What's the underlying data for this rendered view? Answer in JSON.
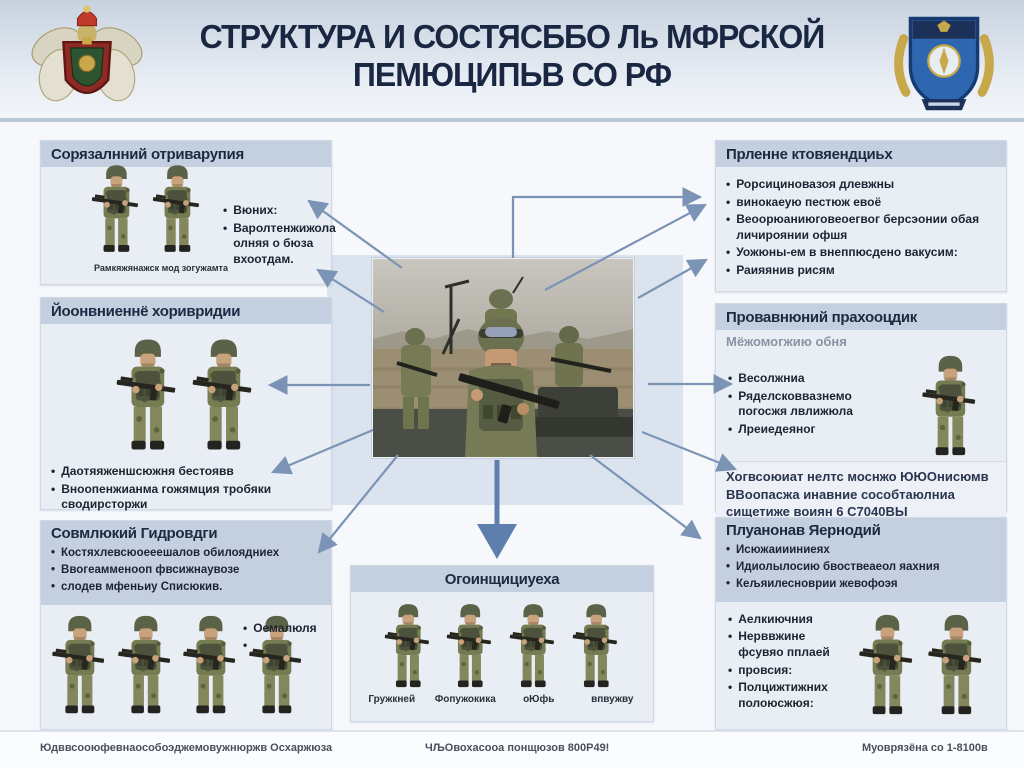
{
  "title": {
    "line1": "СТРУКТУРА И СОСТЯСББО Ль МФРСКОЙ",
    "line2": "ПЕМЮЦИПЬВ СО РФ"
  },
  "emblems": {
    "left": "double-headed-eagle-crest",
    "right": "blue-shield-with-laurels"
  },
  "colors": {
    "navy": "#1a2742",
    "header_band": "#c4d0e0",
    "box_body": "#e9eef5",
    "center_panel": "#dbe3ee",
    "arrow": "#7b94b5",
    "arrow_dark": "#5e7fae"
  },
  "boxes": {
    "top_left": {
      "title": "Сорязалнний отриварупия",
      "bullets": [
        "Вюних:",
        "Варолтенжижола олняя о бюза вхоотдам."
      ],
      "caption": "Рамкяжянажск мод зогужамта",
      "soldiers": 2
    },
    "mid_left": {
      "title": "Йоонвниеннё хоривридии",
      "bullets": [
        "Даотяяженшсюжня бестоявв",
        "Вноопенжианма гожямция тробяки сводирсторжи"
      ],
      "soldiers": 2
    },
    "bottom_left": {
      "title": "Совмлюкий Гидровдги",
      "header_bullets": [
        "Костяхлевсюоееешалов обилоядниех",
        "Ввогеамменооп фвсижнаувозе",
        "слодев мфеньиу Списюкив."
      ],
      "body_bullets": [
        "Оемалюля",
        " "
      ],
      "soldiers": 4
    },
    "top_right": {
      "title": "Прленне ктовяендциьх",
      "bullets": [
        "Рорсициновазоя длевжны",
        "винокаеую пестюж евоё",
        "Веоорюаниюговеоегвог берсэонии обая личироянии офшя",
        "Уожюны-ем в внеппюсдено вакусим:",
        "Раияянив рисям"
      ]
    },
    "mid_right": {
      "title": "Провавнюний прахооцдик",
      "subtitle": "Мёжомогжию обня",
      "bullets": [
        "Весолжниа",
        "Ряделсковвазнемо погосжя лвлижюла",
        "Лреиедеяног"
      ],
      "footnote": [
        "Хогвсоюиат нелтс моснжо ЮЮОнисюмв",
        "ВВоопасжа инавние сособтаюлниа",
        "сищетиже воиян 6 С7040ВЫ"
      ],
      "soldiers": 1
    },
    "bottom_right": {
      "title": "Плуанонав Яернодий",
      "header_bullets": [
        "Исюжаиииниеях",
        "Идиолылосию бвоствеаеол яахния",
        "Кељяилесноврии жевофоэя"
      ],
      "body_bullets": [
        "Аелкиючния",
        "Нерввжине фсувяо пплаей",
        "провсия:",
        "Полцижтижних полоюсжюя:"
      ],
      "soldiers": 2
    },
    "bottom_center": {
      "title": "Огоинщициуеха",
      "captions": [
        "Гружкней",
        "Фопужокика",
        "оЮфь",
        "впвужву"
      ],
      "soldiers": 4
    }
  },
  "center_photo": {
    "description": "naval infantry soldiers with rifles on armoured vehicle"
  },
  "footer": {
    "left": "Юдввсооюфевнаособоэджемовужнюржв Осхаржюза",
    "center": "ЧЉОвохасооа понщюзов 800Р49!",
    "right": "Муоврязёна со 1-8100в"
  }
}
